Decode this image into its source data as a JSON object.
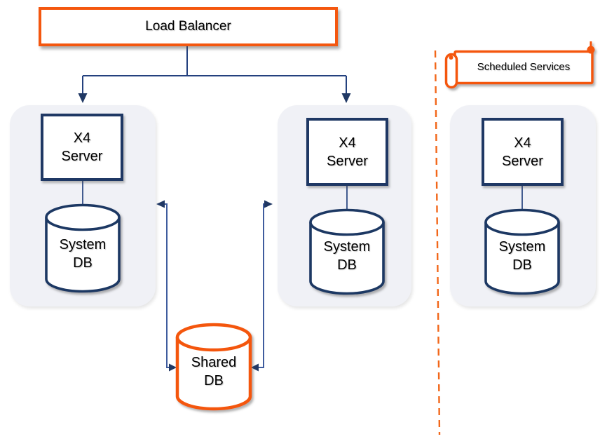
{
  "colors": {
    "orange_accent": "#F4570F",
    "navy": "#1F3864",
    "connector_navy": "#24417E",
    "connector_blue": "#3F5C9E",
    "group_background": "#F0F1F6",
    "canvas_background": "#FFFFFF",
    "label_text": "#000000"
  },
  "load_balancer": {
    "label": "Load Balancer"
  },
  "scheduled_services_banner": {
    "label": "Scheduled Services"
  },
  "groups": [
    {
      "server": {
        "line1": "X4",
        "line2": "Server"
      },
      "db": {
        "line1": "System",
        "line2": "DB"
      }
    },
    {
      "server": {
        "line1": "X4",
        "line2": "Server"
      },
      "db": {
        "line1": "System",
        "line2": "DB"
      }
    },
    {
      "server": {
        "line1": "X4",
        "line2": "Server"
      },
      "db": {
        "line1": "System",
        "line2": "DB"
      }
    }
  ],
  "shared_db": {
    "line1": "Shared",
    "line2": "DB"
  }
}
